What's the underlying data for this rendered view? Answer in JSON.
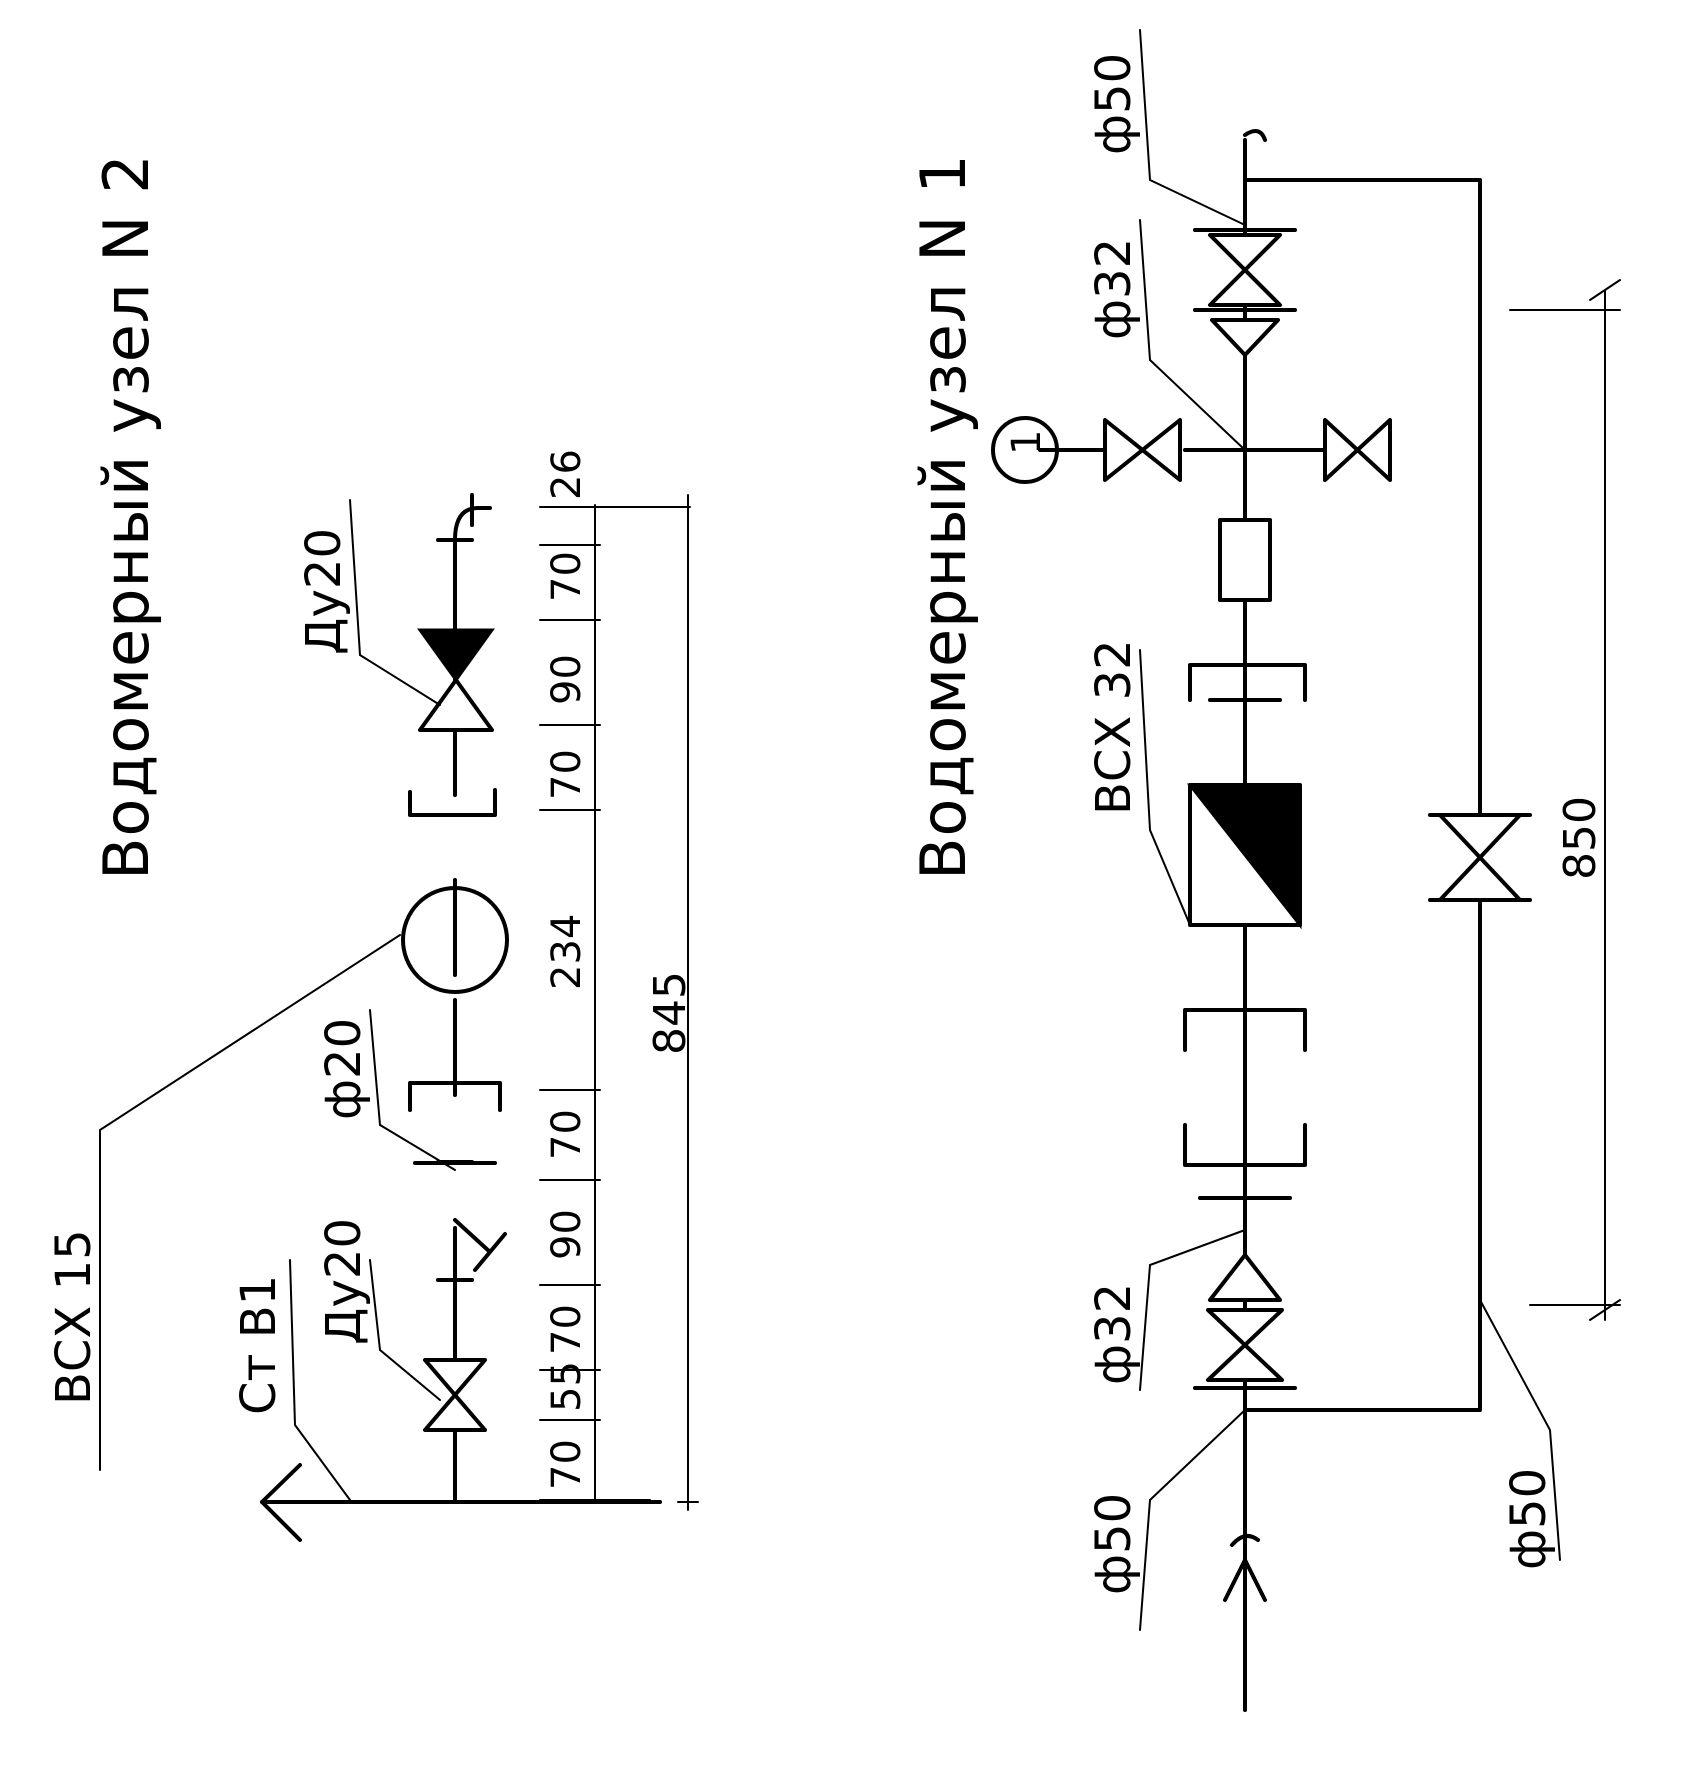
{
  "diagram2": {
    "title": "Водомерный   узел   N  2",
    "meter_label": "ВСХ   15",
    "riser_label": "Ст В1",
    "valve_label_1": "Ду20",
    "valve_label_2": "Ду20",
    "pipe_label": "ф20",
    "dims": [
      "70",
      "55",
      "70",
      "90",
      "70",
      "234",
      "70",
      "90",
      "70",
      "26"
    ],
    "total": "845"
  },
  "diagram1": {
    "title": "Водомерный   узел   N  1",
    "meter_label": "ВСХ 32",
    "gauge_label": "1",
    "inlet_label": "ф50",
    "outlet_label": "ф50",
    "bypass_label": "ф50",
    "valve_label_in": "ф32",
    "valve_label_out": "ф32",
    "total": "850"
  }
}
